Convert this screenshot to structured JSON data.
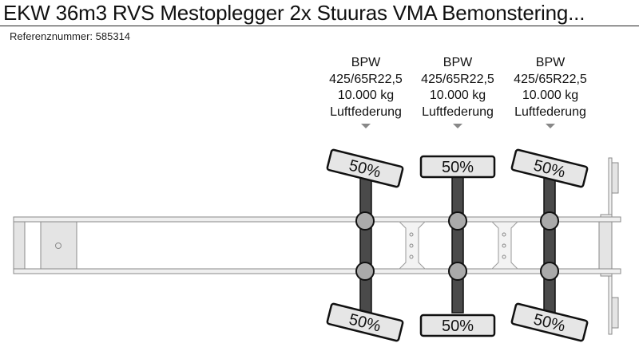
{
  "header": {
    "title": "EKW 36m3 RVS Mestoplegger 2x Stuuras VMA Bemonstering...",
    "reference_label": "Referenznummer: 585314"
  },
  "axles": [
    {
      "brand": "BPW",
      "tire_size": "425/65R22,5",
      "load": "10.000 kg",
      "suspension": "Luftfederung",
      "tire_wear_top": "50%",
      "tire_wear_bottom": "50%",
      "steering": true
    },
    {
      "brand": "BPW",
      "tire_size": "425/65R22,5",
      "load": "10.000 kg",
      "suspension": "Luftfederung",
      "tire_wear_top": "50%",
      "tire_wear_bottom": "50%",
      "steering": false
    },
    {
      "brand": "BPW",
      "tire_size": "425/65R22,5",
      "load": "10.000 kg",
      "suspension": "Luftfederung",
      "tire_wear_top": "50%",
      "tire_wear_bottom": "50%",
      "steering": true
    }
  ],
  "colors": {
    "frame_fill": "#efefef",
    "frame_stroke": "#8a8a8a",
    "axle_fill": "#4a4a4a",
    "hub_fill": "#aaaaaa",
    "tire_fill": "#e6e6e6",
    "tire_stroke": "#111111"
  }
}
